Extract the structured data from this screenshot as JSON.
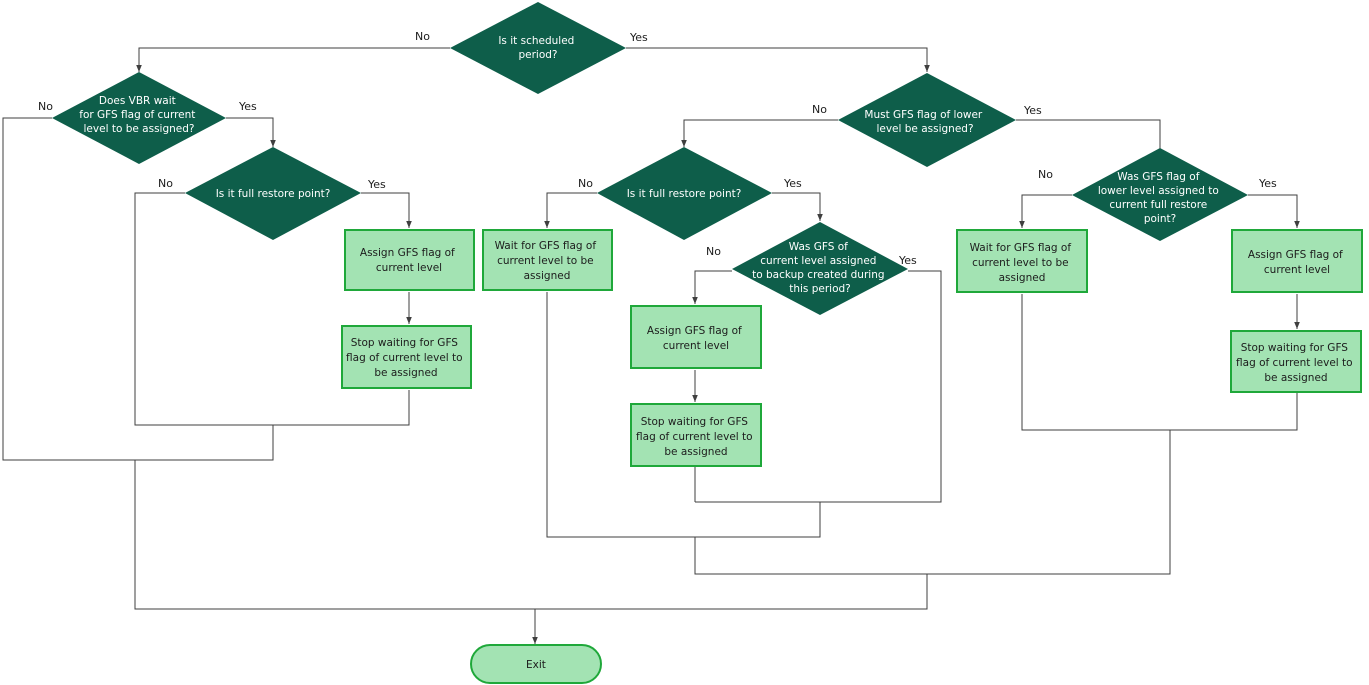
{
  "decisions": {
    "scheduled_period": [
      "Is it scheduled",
      "period?"
    ],
    "vbr_wait": [
      "Does VBR wait",
      "for GFS flag of current",
      "level to be assigned?"
    ],
    "full_restore_left": [
      "Is it full restore  point?"
    ],
    "must_lower": [
      "Must GFS flag of lower",
      "level be assigned?"
    ],
    "full_restore_mid": [
      "Is it full restore  point?"
    ],
    "was_gfs_current": [
      "Was GFS of",
      "current  level assigned",
      "to backup created during",
      "this period?"
    ],
    "was_lower_assigned": [
      "Was GFS flag of",
      "lower level assigned to",
      "current  full restore",
      "point?"
    ]
  },
  "processes": {
    "assign_left": [
      "Assign GFS flag of",
      "current level"
    ],
    "stop_left": [
      "Stop waiting for GFS",
      "flag of current level to",
      "be assigned"
    ],
    "wait_mid": [
      "Wait for GFS flag of",
      "current level to be",
      "assigned"
    ],
    "assign_mid": [
      "Assign GFS flag of",
      "current level"
    ],
    "stop_mid": [
      "Stop waiting for GFS",
      "flag of current level to",
      "be assigned"
    ],
    "wait_right": [
      "Wait for GFS flag of",
      "current level to be",
      "assigned"
    ],
    "assign_right": [
      "Assign GFS flag of",
      "current level"
    ],
    "stop_right": [
      "Stop waiting for GFS",
      "flag of current level to",
      "be assigned"
    ]
  },
  "terminal": {
    "exit": "Exit"
  },
  "branch_labels": {
    "no_scheduled": "No",
    "yes_scheduled": "Yes",
    "no_vbr": "No",
    "yes_vbr": "Yes",
    "no_full_left": "No",
    "yes_full_left": "Yes",
    "no_must": "No",
    "yes_must": "Yes",
    "no_full_mid": "No",
    "yes_full_mid": "Yes",
    "no_was_gfs": "No",
    "yes_was_gfs": "Yes",
    "no_was_lower": "No",
    "yes_was_lower": "Yes"
  },
  "colors": {
    "decision_fill": "#0e5e4a",
    "process_fill": "#a3e3b3",
    "process_border": "#1fa83a",
    "connector": "#3f3f3f"
  }
}
